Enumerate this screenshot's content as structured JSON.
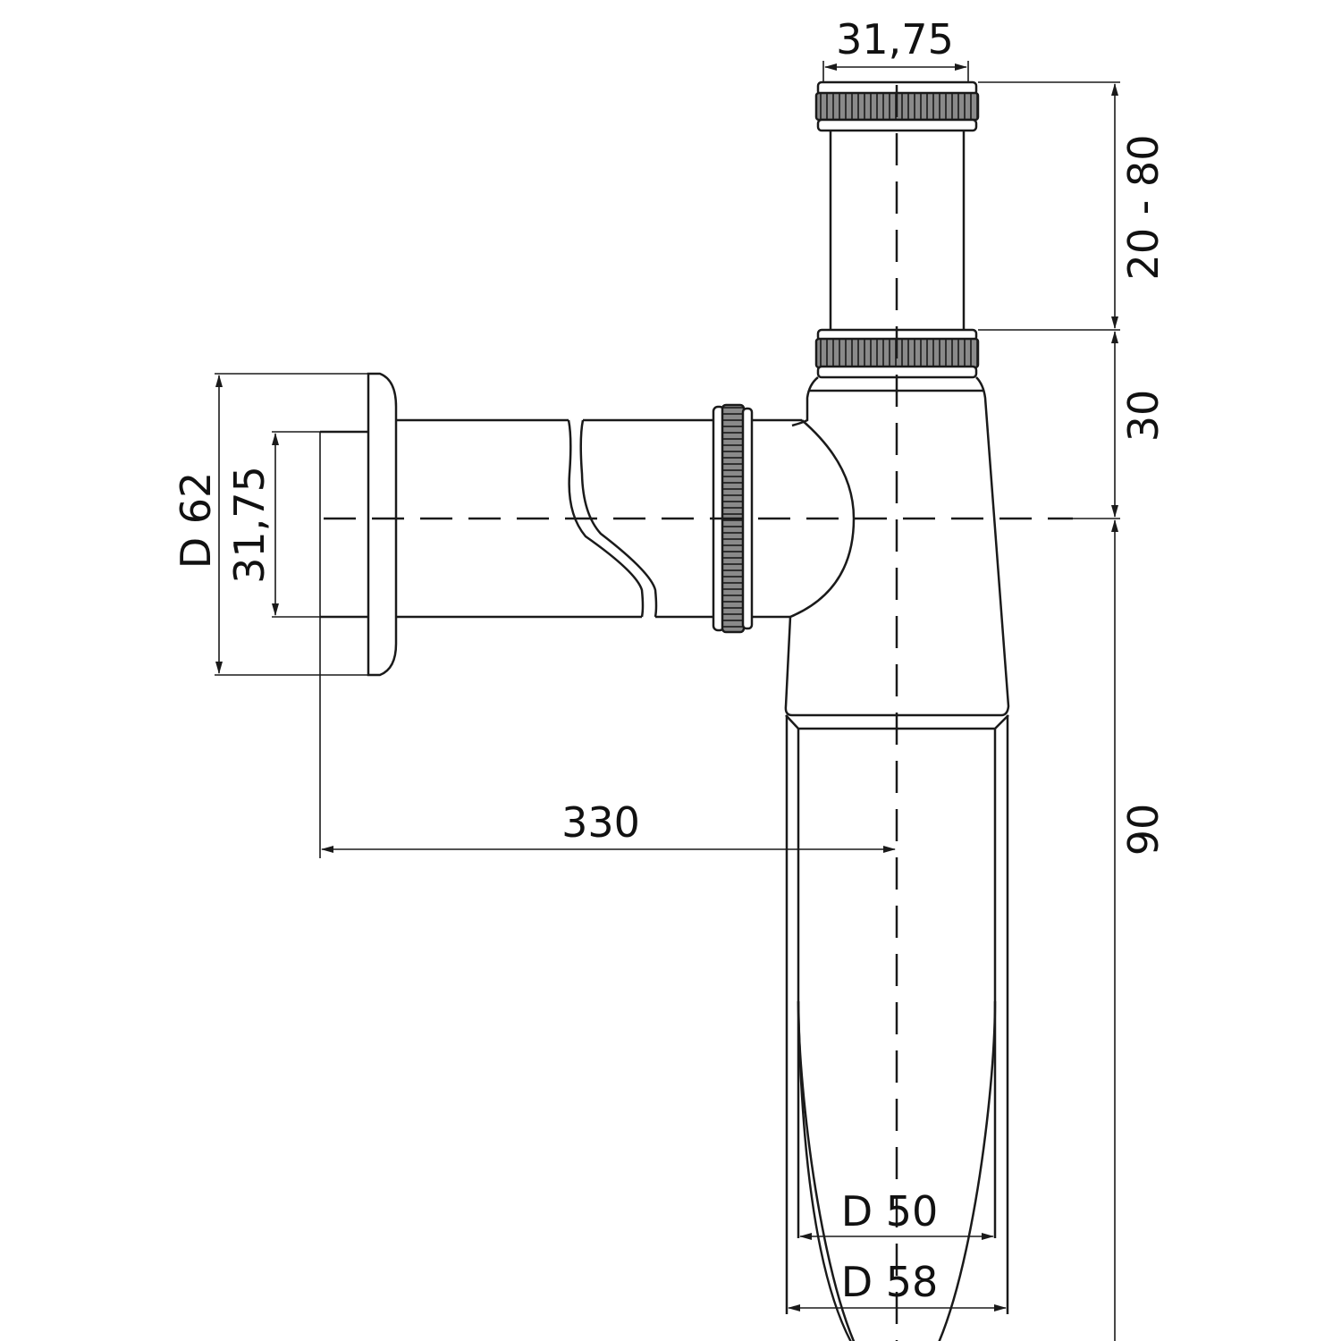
{
  "drawing": {
    "title": "Bottle trap dimension drawing",
    "colors": {
      "line": "#1a1a1a",
      "knurl": "#6a6a6a",
      "background": "#ffffff"
    }
  },
  "dimensions": {
    "top_inlet_diameter": "31,75",
    "inlet_height_adjust": "20 - 80",
    "nut_to_axis": "30",
    "axis_to_bottom": "90",
    "wall_flange_diameter": "D 62",
    "outlet_diameter": "31,75",
    "outlet_length": "330",
    "cup_inner_diameter": "D 50",
    "cup_outer_diameter": "D 58"
  }
}
